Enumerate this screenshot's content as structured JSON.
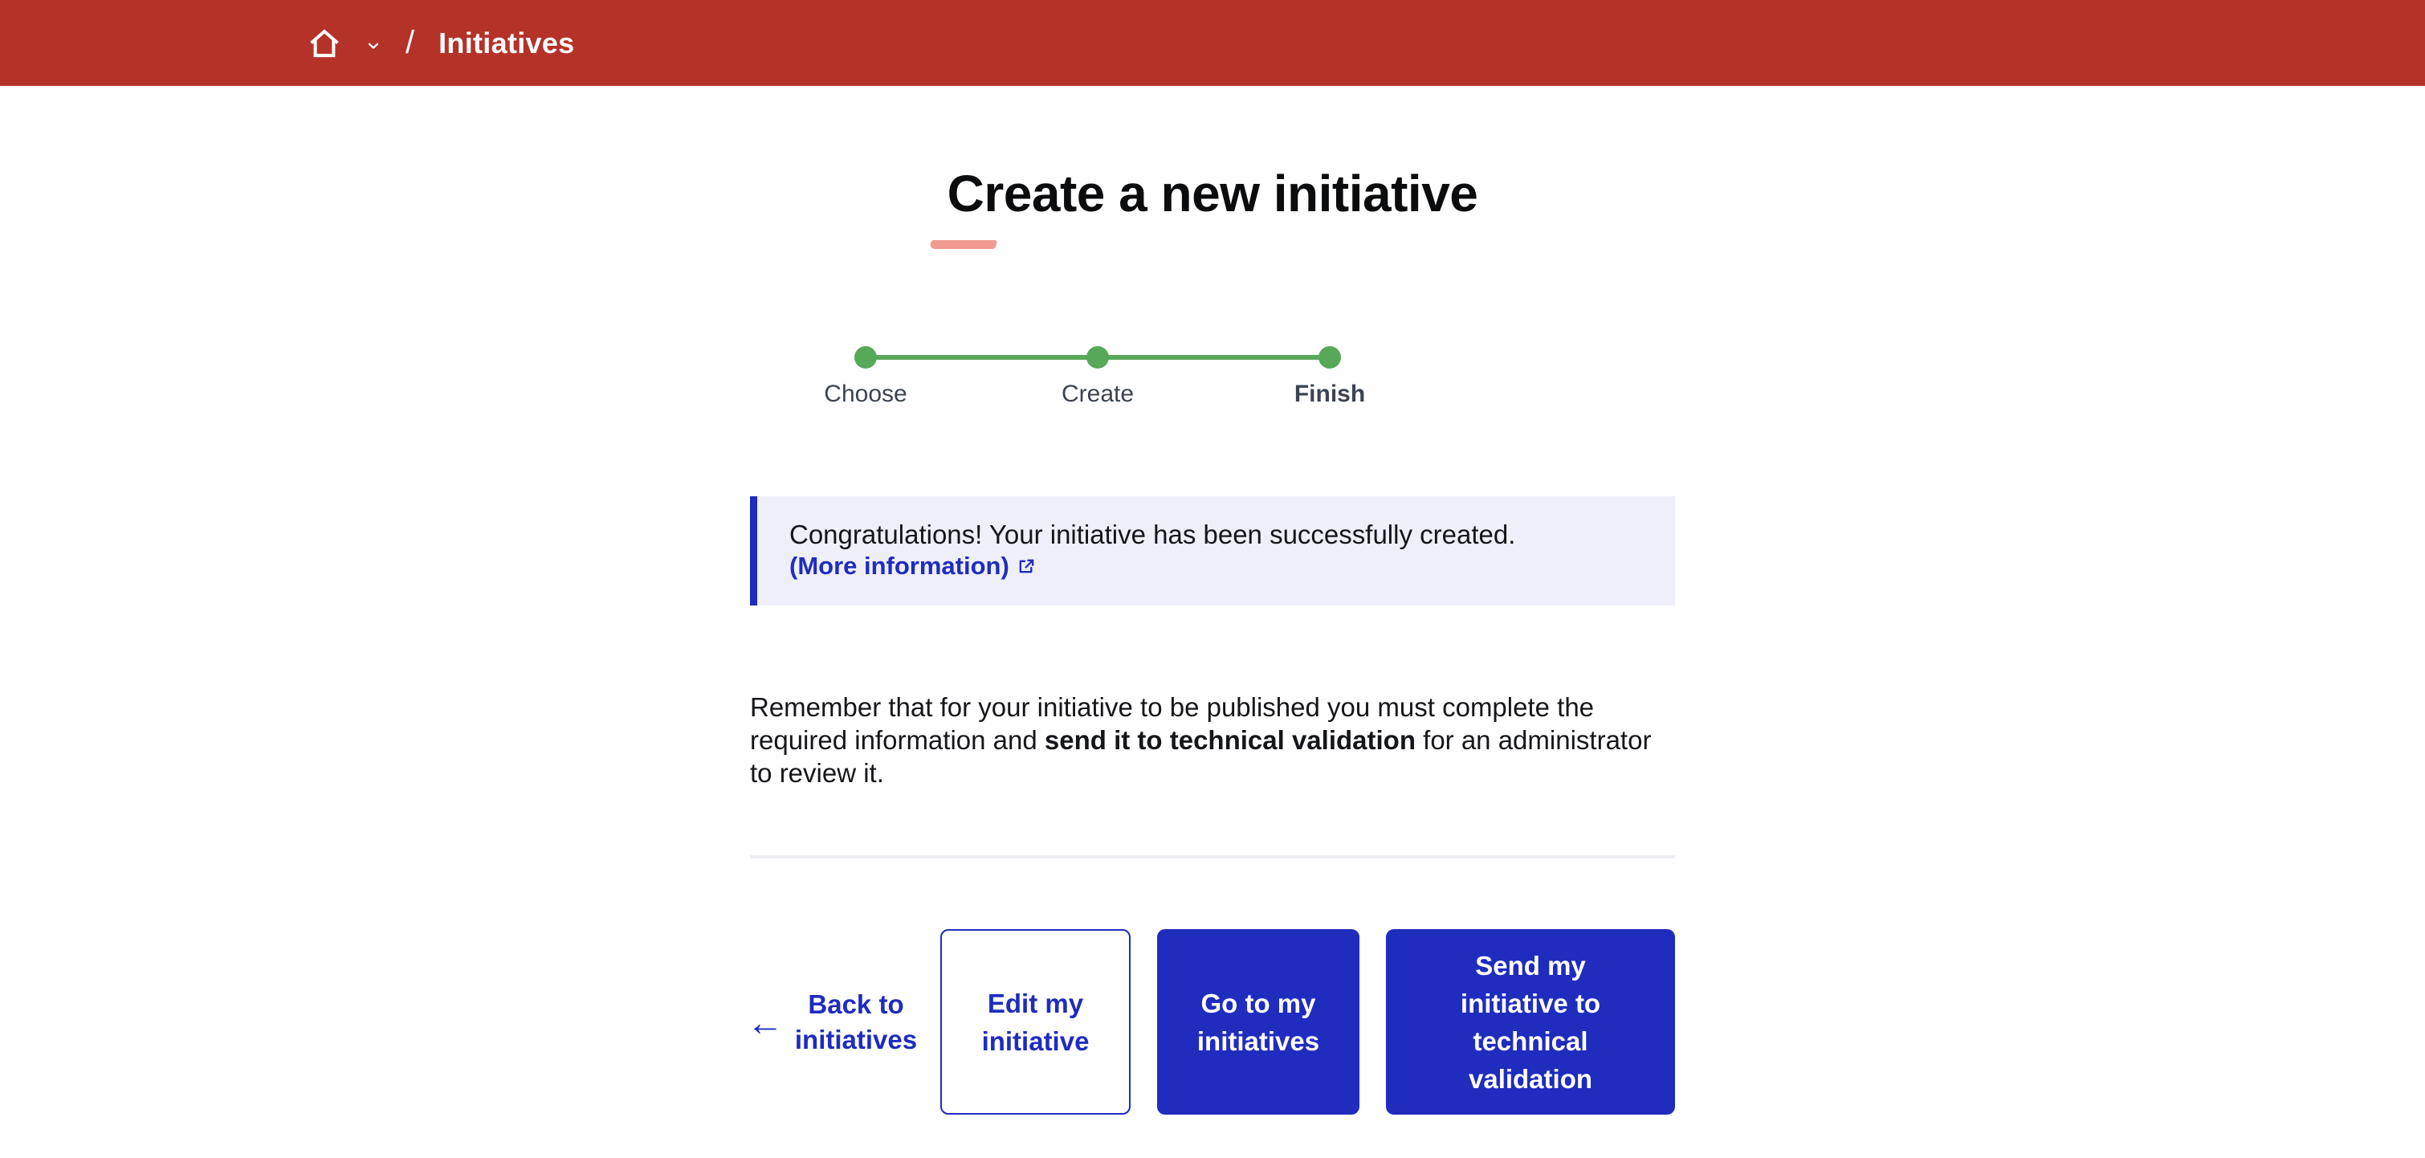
{
  "header": {
    "separator": "/",
    "current": "Initiatives"
  },
  "page": {
    "title": "Create a new initiative"
  },
  "stepper": {
    "steps": [
      {
        "label": "Choose"
      },
      {
        "label": "Create"
      },
      {
        "label": "Finish"
      }
    ]
  },
  "alert": {
    "message": "Congratulations! Your initiative has been successfully created.",
    "link_label": "(More information)"
  },
  "note": {
    "before": "Remember that for your initiative to be published you must complete the required information and ",
    "bold": "send it to technical validation",
    "after": " for an administrator to review it."
  },
  "actions": {
    "back_label": "Back to initiatives",
    "edit_label": "Edit my initiative",
    "goto_label": "Go to my initiatives",
    "send_label": "Send my initiative to technical validation"
  },
  "icons": {
    "back_arrow_glyph": "←"
  },
  "colors": {
    "header_red": "#b53229",
    "primary_blue": "#1f2cbe",
    "success_green": "#58a85a",
    "accent_pink": "#f19b93",
    "alert_bg": "#efeff9"
  }
}
